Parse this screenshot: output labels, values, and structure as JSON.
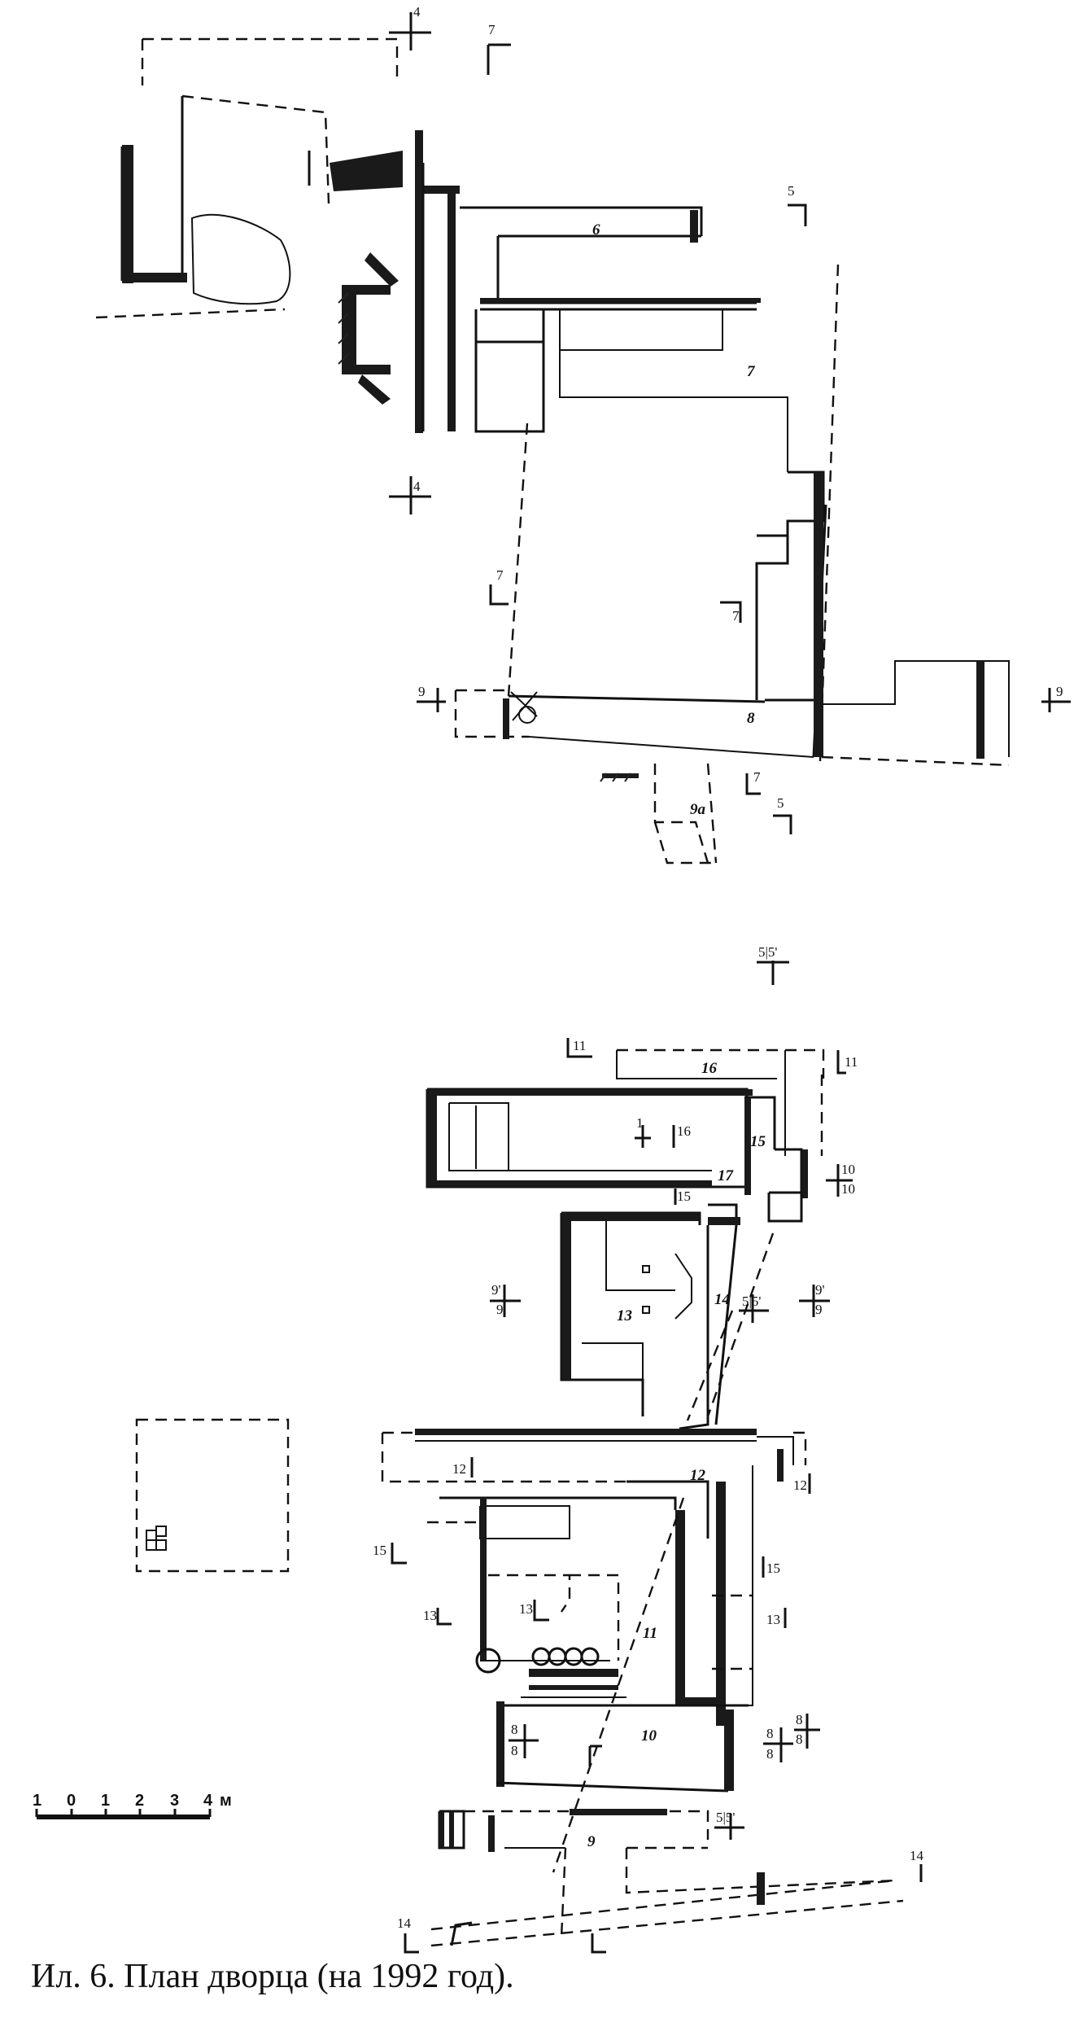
{
  "caption": "Ил. 6. План дворца (на 1992 год).",
  "scale": {
    "ticks": [
      "1",
      "0",
      "1",
      "2",
      "3",
      "4"
    ],
    "unit": "м"
  },
  "rooms": {
    "r6": "6",
    "r7": "7",
    "r8": "8",
    "r9a": "9а",
    "r16": "16",
    "r15": "15",
    "r17": "17",
    "r13": "13",
    "r14": "14",
    "r12": "12",
    "r11": "11",
    "r10": "10",
    "r9": "9"
  },
  "sections": {
    "s4_top": "4",
    "s4_bottom": "4",
    "s7_a": "7",
    "s7_b": "7",
    "s7_c": "7",
    "s7_d": "7",
    "s5_a": "5",
    "s5_b": "5",
    "s9_left": "9",
    "s9_right": "9",
    "s55_top": "5|5'",
    "s11_left": "11",
    "s11_right": "11",
    "s1": "1",
    "s16": "16",
    "s15_small": "15",
    "s10_top": "10",
    "s10_bottom": "10",
    "s9p_left_top": "9'",
    "s9p_left_bot": "9",
    "s9p_right_top": "9'",
    "s9p_right_bot": "9",
    "s55_mid": "5|5'",
    "s12_left": "12",
    "s12_right": "12",
    "s15_left": "15",
    "s15_right": "15",
    "s13_left": "13",
    "s13_mid": "13",
    "s13_right": "13",
    "s8_left_top": "8",
    "s8_left_bot": "8",
    "s8_right_top": "8",
    "s8_right_bot": "8",
    "s8_far_top": "8",
    "s8_far_bot": "8",
    "s55_bottom": "5|5'",
    "s14_left": "14",
    "s14_right": "14"
  }
}
